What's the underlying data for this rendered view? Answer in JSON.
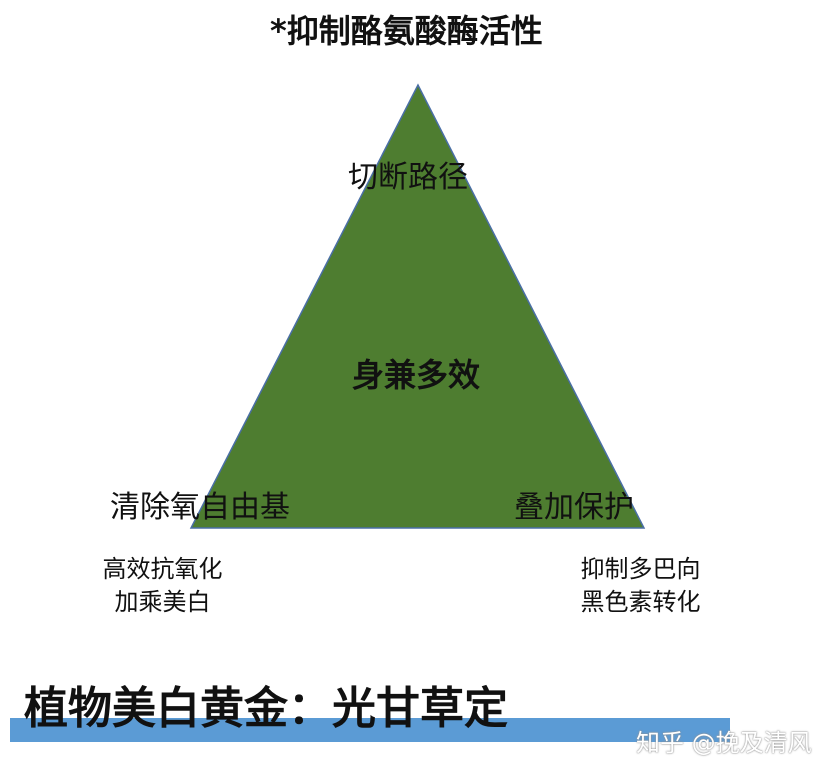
{
  "diagram": {
    "title": "*抑制酪氨酸酶活性",
    "triangle": {
      "fill": "#4e7d30",
      "stroke": "#4a6fa5",
      "apex_label": "切断路径",
      "center_label": "身兼多效",
      "left_label": "清除氧自由基",
      "right_label": "叠加保护"
    },
    "left_sub": {
      "line1": "高效抗氧化",
      "line2": "加乘美白"
    },
    "right_sub": {
      "line1": "抑制多巴向",
      "line2": "黑色素转化"
    },
    "bottom": {
      "title": "植物美白黄金：光甘草定",
      "bar_color": "#5b9bd5"
    },
    "watermark": "知乎 @挽及清风"
  }
}
